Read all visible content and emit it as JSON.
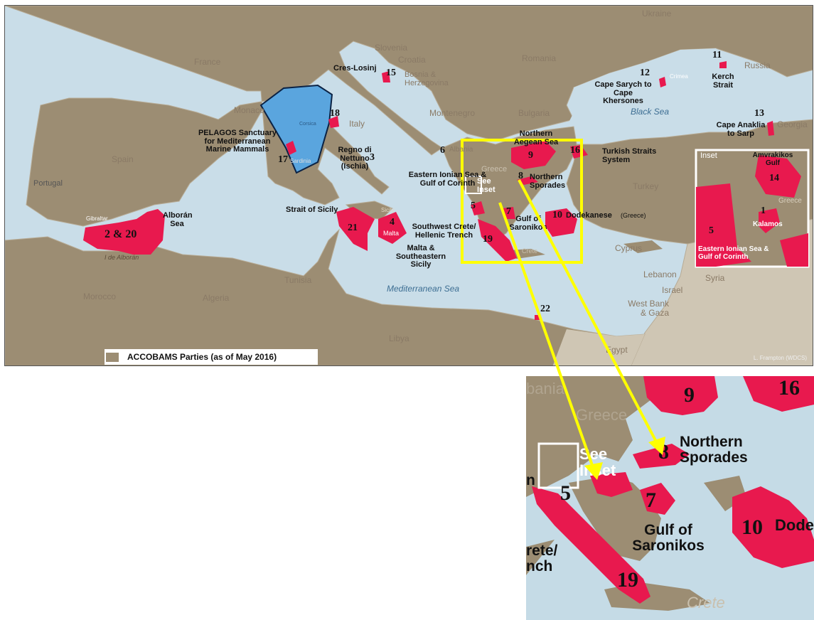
{
  "countries": {
    "france": "France",
    "spain": "Spain",
    "portugal": "Portugal",
    "monaco": "Monaco",
    "italy": "Italy",
    "slovenia": "Slovenia",
    "croatia": "Croatia",
    "bosnia": "Bosnia & Herzegovina",
    "montenegro": "Montenegro",
    "albania": "Albania",
    "greece": "Greece",
    "bulgaria": "Bulgaria",
    "romania": "Romania",
    "ukraine": "Ukraine",
    "russia": "Russia",
    "georgia": "Georgia",
    "turkey": "Turkey",
    "cyprus": "Cyprus",
    "lebanon": "Lebanon",
    "israel": "Israel",
    "westbank": "West Bank & Gaza",
    "syria": "Syria",
    "egypt": "Egypt",
    "libya": "Libya",
    "tunisia": "Tunisia",
    "algeria": "Algeria",
    "morocco": "Morocco",
    "gibraltar": "Gibraltar",
    "malta": "Malta",
    "sicily": "Sicily",
    "crete": "Crete",
    "corsica": "Corsica",
    "sardinia": "Sardinia",
    "crimea": "Crimea",
    "alboran_island": "I de Alborán"
  },
  "seas": {
    "black": "Black Sea",
    "med": "Mediterranean Sea"
  },
  "sites": {
    "cres": "Cres-Losinj",
    "pelagos": "PELAGOS Sanctuary for Mediterranean Marine Mammals",
    "regno": "Regno di Nettuno (Ischia)",
    "alboran": "Alborán Sea",
    "sicily_strait": "Strait of Sicily",
    "malta": "Malta & Southeastern Sicily",
    "crete": "Southwest Crete/ Hellenic Trench",
    "ionian": "Eastern Ionian Sea & Gulf of Corinth",
    "n_aegean": "Northern Aegean Sea",
    "sporades": "Northern Sporades",
    "saronikos": "Gulf of Saronikos",
    "dodekanese": "Dodekanese",
    "dodekanese_note": "(Greece)",
    "turkish": "Turkish Straits System",
    "sarych": "Cape Sarych to Cape Khersones",
    "kerch": "Kerch Strait",
    "anaklia": "Cape Anaklia to Sarp",
    "see_inset": "See Inset"
  },
  "numbers": {
    "n1": "1",
    "n2": "2 & 20",
    "n3": "3",
    "n4": "4",
    "n5": "5",
    "n6": "6",
    "n7": "7",
    "n8": "8",
    "n9": "9",
    "n10": "10",
    "n11": "11",
    "n12": "12",
    "n13": "13",
    "n14": "14",
    "n15": "15",
    "n16": "16",
    "n17": "17",
    "n18": "18",
    "n19": "19",
    "n21": "21",
    "n22": "22"
  },
  "inset": {
    "title": "Inset",
    "amvrakikos": "Amvrakikos Gulf",
    "greece": "Greece",
    "kalamos": "Kalamos",
    "ionian": "Eastern Ionian Sea & Gulf of Corinth"
  },
  "legend": {
    "text": "ACCOBAMS Parties (as of  May 2016)"
  },
  "credit": "L. Frampton (WDCS)",
  "zoom": {
    "albania": "bania",
    "greece": "Greece",
    "see": "See",
    "inset": "Inset",
    "sporades": "Northern Sporades",
    "saronikos": "Gulf of Saronikos",
    "dode": "Dode",
    "crete_trench": "rete/ nch",
    "crete": "Crete",
    "left_n": "n"
  },
  "colors": {
    "land": "#9c8d73",
    "nonparty": "#cfc6b4",
    "water": "#c9dde8",
    "site": "#e8194e",
    "pelagos": "#5aa5de",
    "highlight": "#ffff00"
  }
}
